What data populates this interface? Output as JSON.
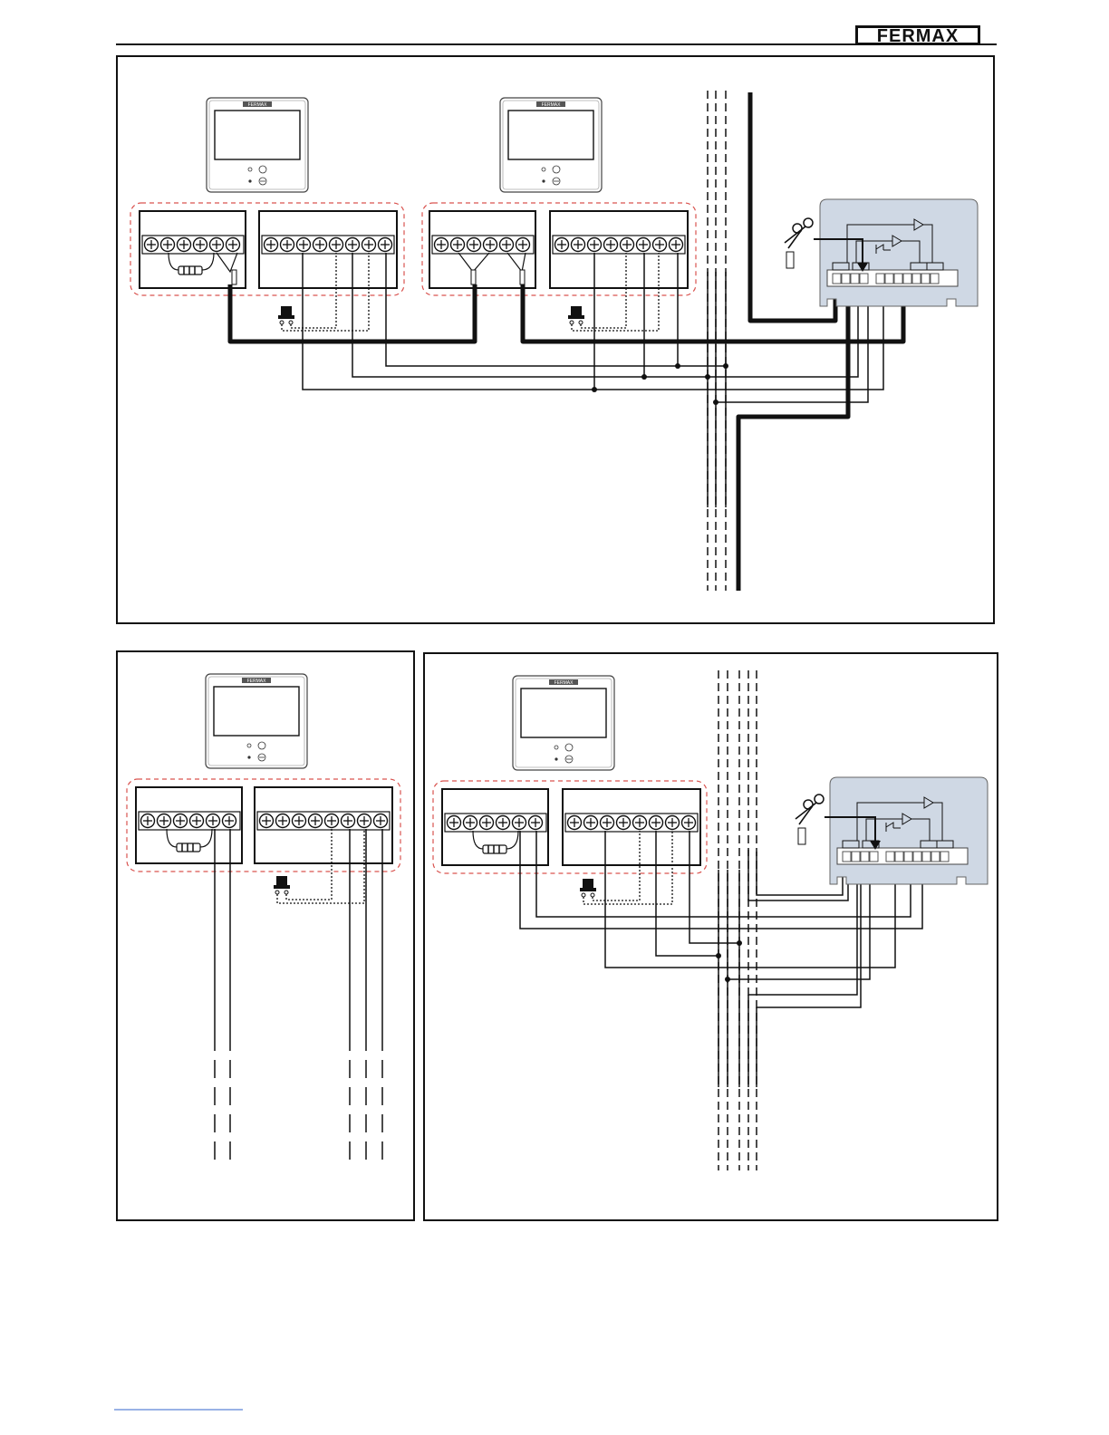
{
  "header": {
    "brand_logo_text": "FERMAX"
  },
  "monitor": {
    "badge_text": "FERMAX"
  },
  "colors": {
    "frame": "#1a1a1a",
    "group_dash": "#d9534f",
    "amplifier_fill": "#cfd8e4",
    "wire": "#111111"
  },
  "panels": [
    {
      "id": "top",
      "monitors": 2,
      "amplifier": true
    },
    {
      "id": "bottom-left",
      "monitors": 1,
      "amplifier": false
    },
    {
      "id": "bottom-right",
      "monitors": 1,
      "amplifier": true
    }
  ]
}
